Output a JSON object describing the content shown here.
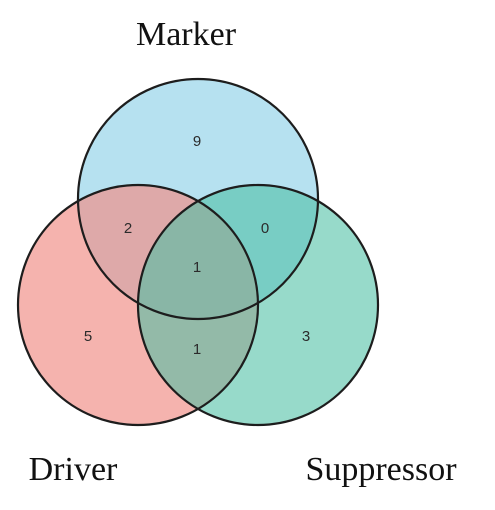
{
  "sets": {
    "marker": {
      "label": "Marker",
      "color": "#9ad6ea"
    },
    "driver": {
      "label": "Driver",
      "color": "#f08f88"
    },
    "suppressor": {
      "label": "Suppressor",
      "color": "#4cbfa4"
    }
  },
  "regions": {
    "marker_only": "9",
    "driver_only": "5",
    "suppressor_only": "3",
    "marker_driver": "2",
    "marker_suppressor": "0",
    "driver_suppressor": "1",
    "all_three": "1"
  }
}
